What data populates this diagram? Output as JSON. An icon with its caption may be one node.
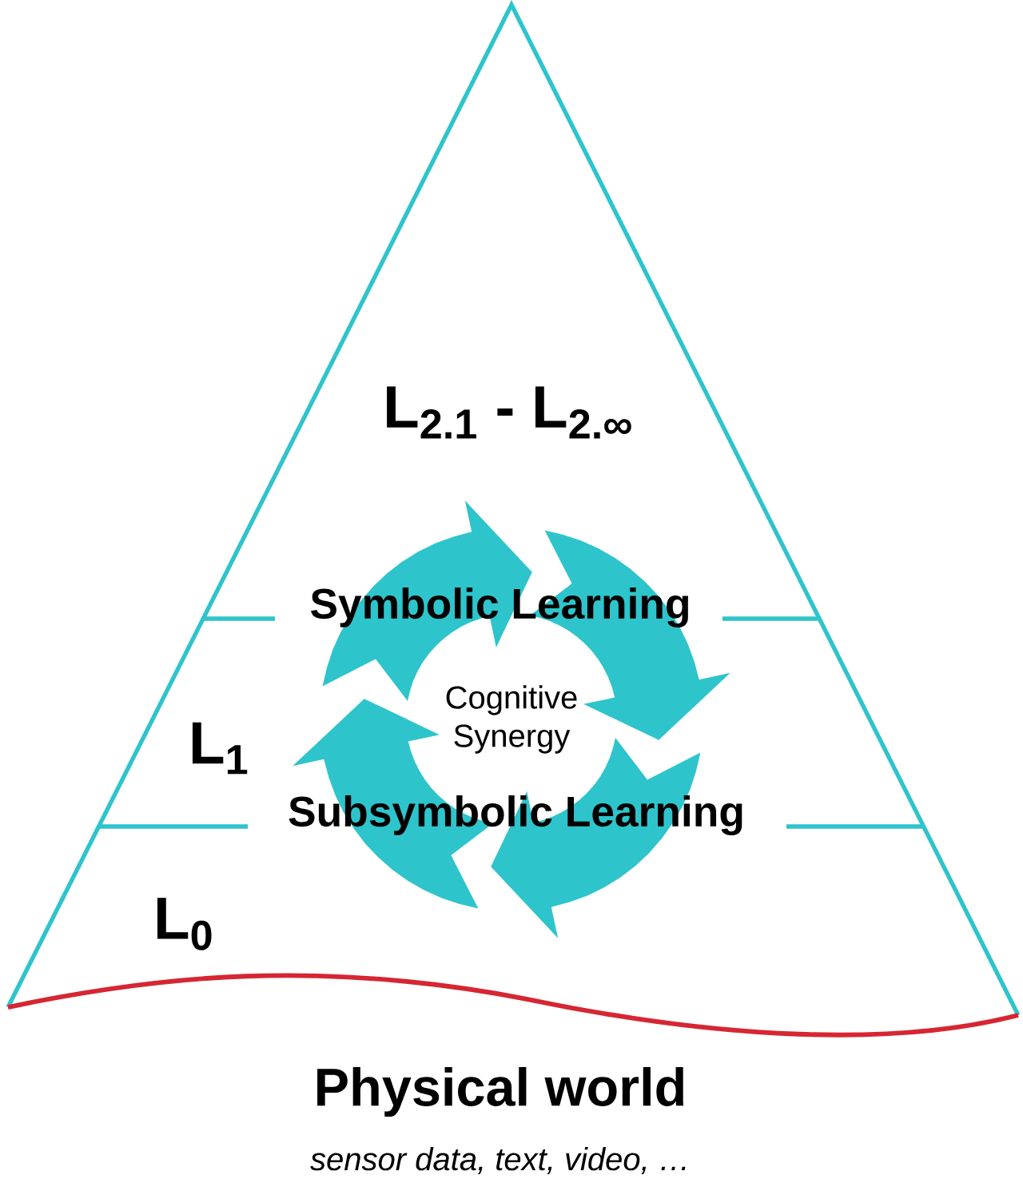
{
  "diagram": {
    "nodes": [
      {
        "text": [
          "L$_{2.1}$ - L$_{2.∞}$"
        ]
      },
      {
        "text": [
          "L$_{1}$"
        ]
      },
      {
        "text": [
          "L$_{0}$"
        ]
      },
      {
        "text": [
          "Cognitive Synergy"
        ]
      }
    ],
    "labels": [
      "Symbolic Learning",
      "Subsymbolic Learning",
      "Physical world",
      "sensor data, text, video, …"
    ]
  }
}
